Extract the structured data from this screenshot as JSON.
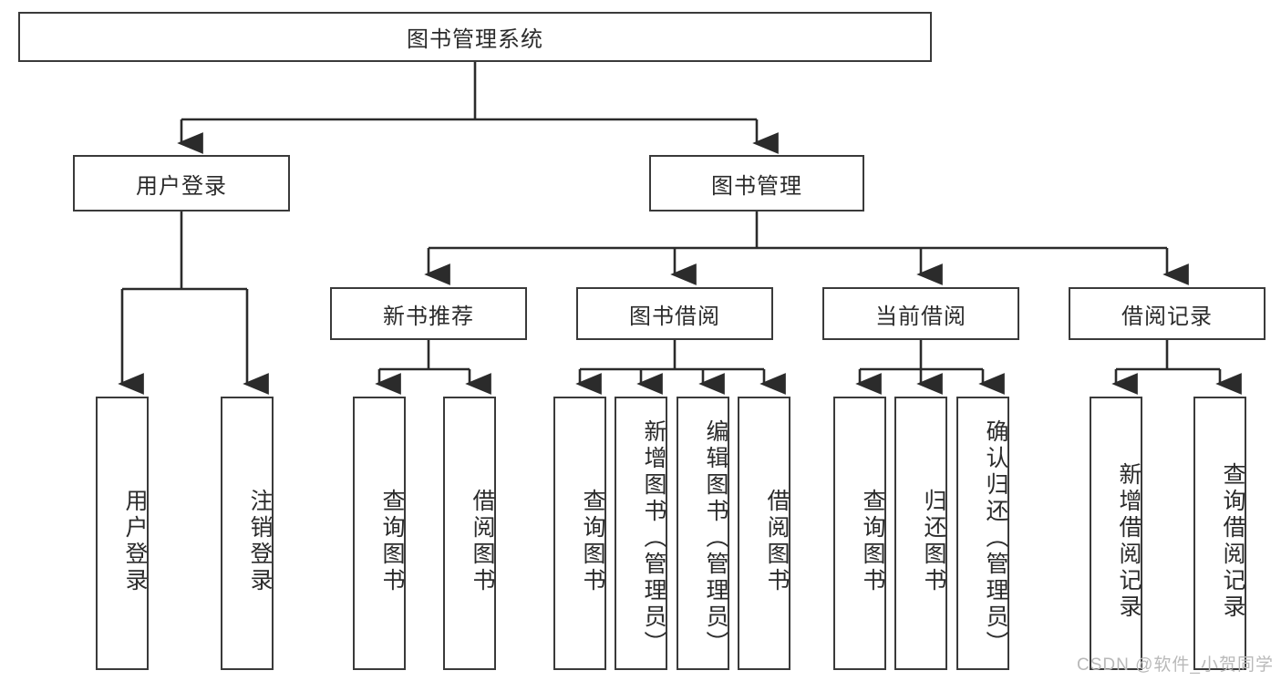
{
  "diagram": {
    "title": "图书管理系统",
    "type": "tree-hierarchy-diagram",
    "watermark": "CSDN @软件_小贺同学",
    "colors": {
      "box_border": "#3a3a3a",
      "box_fill": "#ffffff",
      "edge": "#2b2b2b",
      "text": "#2b2b2b",
      "watermark": "#b9b9b9"
    },
    "root": {
      "label": "图书管理系统"
    },
    "level2": [
      {
        "label": "用户登录"
      },
      {
        "label": "图书管理"
      }
    ],
    "level3": [
      {
        "label": "新书推荐"
      },
      {
        "label": "图书借阅"
      },
      {
        "label": "当前借阅"
      },
      {
        "label": "借阅记录"
      }
    ],
    "leaves": {
      "user_login": [
        {
          "label": "用户登录"
        },
        {
          "label": "注销登录"
        }
      ],
      "new_book_recommend": [
        {
          "label": "查询图书"
        },
        {
          "label": "借阅图书"
        }
      ],
      "book_borrow": [
        {
          "label": "查询图书"
        },
        {
          "label": "新增图书（管理员）"
        },
        {
          "label": "编辑图书（管理员）"
        },
        {
          "label": "借阅图书"
        }
      ],
      "current_borrow": [
        {
          "label": "查询图书"
        },
        {
          "label": "归还图书"
        },
        {
          "label": "确认归还（管理员）"
        }
      ],
      "borrow_record": [
        {
          "label": "新增借阅记录"
        },
        {
          "label": "查询借阅记录"
        }
      ]
    }
  }
}
